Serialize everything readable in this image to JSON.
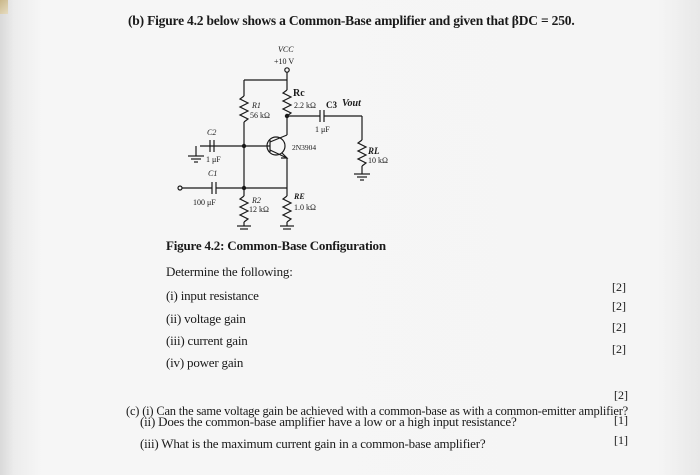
{
  "question_b": {
    "text": "(b) Figure 4.2 below shows a Common-Base amplifier and given that βDC = 250."
  },
  "circuit": {
    "vcc_label": "VCC",
    "vcc_value": "+10 V",
    "rc_label": "Rc",
    "rc_value": "2.2 kΩ",
    "r1_label": "R1",
    "r1_value": "56 kΩ",
    "c3_label": "C3",
    "vout_label": "Vout",
    "c3_value": "1 μF",
    "c2_label": "C2",
    "transistor_label": "2N3904",
    "c2_value": "1 μF",
    "c1_label": "C1",
    "rl_label": "RL",
    "rl_value": "10 kΩ",
    "c1_value": "100 μF",
    "r2_label": "R2",
    "r2_value": "12 kΩ",
    "re_label": "RE",
    "re_value": "1.0 kΩ"
  },
  "figure_caption": "Figure 4.2: Common-Base Configuration",
  "determine_heading": "Determine the following:",
  "items_b": [
    {
      "label": "(i) input resistance",
      "marks": "[2]"
    },
    {
      "label": "(ii) voltage gain",
      "marks": "[2]"
    },
    {
      "label": "(iii) current gain",
      "marks": "[2]"
    },
    {
      "label": "(iv) power gain",
      "marks": "[2]"
    }
  ],
  "items_c": [
    {
      "label": "(c) (i) Can the same voltage gain be achieved with a common-base as with a common-emitter amplifier?",
      "marks": "[2]"
    },
    {
      "label": "(ii) Does the common-base amplifier have a low or a high input resistance?",
      "marks": "[1]"
    },
    {
      "label": "(iii) What is the maximum current gain in a common-base amplifier?",
      "marks": "[1]"
    }
  ]
}
